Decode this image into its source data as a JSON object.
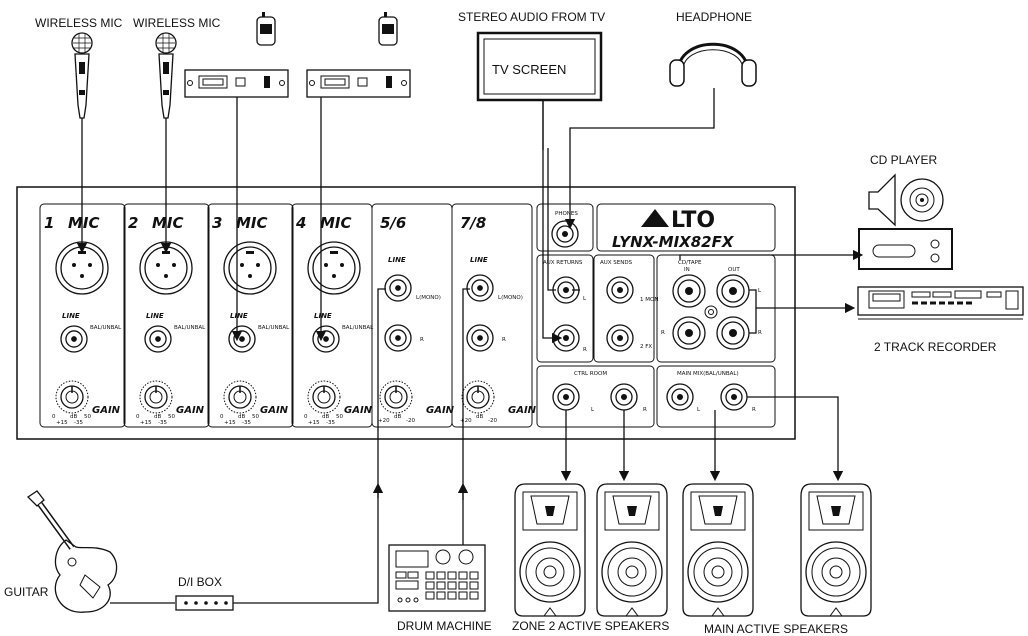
{
  "labels": {
    "wireless_mic_1": "WIRELESS MIC",
    "wireless_mic_2": "WIRELESS MIC",
    "tv_source": "STEREO AUDIO FROM TV",
    "tv_screen": "TV SCREEN",
    "headphone": "HEADPHONE",
    "cd_player": "CD PLAYER",
    "recorder": "2 TRACK RECORDER",
    "guitar": "GUITAR",
    "di_box": "D/I BOX",
    "drum_machine": "DRUM MACHINE",
    "zone2_speakers": "ZONE 2 ACTIVE SPEAKERS",
    "main_speakers": "MAIN ACTIVE SPEAKERS"
  },
  "mixer": {
    "brand": "LTO",
    "model": "LYNX-MIX82FX",
    "channels": [
      {
        "number": "1",
        "name": "MIC"
      },
      {
        "number": "2",
        "name": "MIC"
      },
      {
        "number": "3",
        "name": "MIC"
      },
      {
        "number": "4",
        "name": "MIC"
      }
    ],
    "stereo_channels": [
      "5/6",
      "7/8"
    ],
    "line_label": "LINE",
    "bal_unbal": "BAL/UNBAL",
    "gain": "GAIN",
    "l_mono": "L(MONO)",
    "r": "R",
    "l": "L",
    "mic_scale": [
      "0",
      "+15",
      "dB",
      "-35",
      "50"
    ],
    "line_scale": [
      "+20",
      "dB",
      "-20"
    ],
    "phones": "PHONES",
    "aux_returns": "AUX RETURNS",
    "aux_sends": "AUX SENDS",
    "mon": "1 MON",
    "fx": "2 FX",
    "cd_tape": "CD/TAPE",
    "in": "IN",
    "out": "OUT",
    "ctrl_room": "CTRL ROOM",
    "main_mix": "MAIN MIX(BAL/UNBAL)"
  }
}
